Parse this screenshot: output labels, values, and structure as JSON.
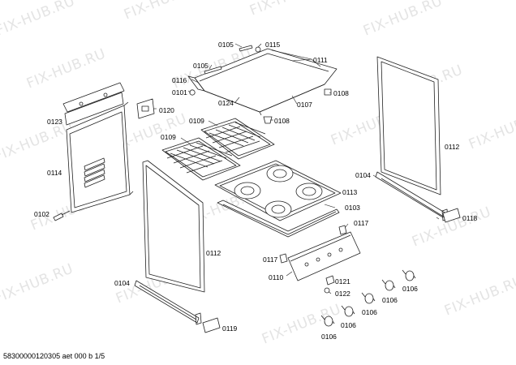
{
  "watermark": "FIX-HUB.RU",
  "footer": "58300000120305 aet 000 b 1/5",
  "labels": {
    "p0105a": "0105",
    "p0115": "0115",
    "p0105b": "0105",
    "p0111": "0111",
    "p0116": "0116",
    "p0101": "0101",
    "p0108a": "0108",
    "p0124": "0124",
    "p0107": "0107",
    "p0120": "0120",
    "p0108b": "0108",
    "p0123": "0123",
    "p0109a": "0109",
    "p0109b": "0109",
    "p0112a": "0112",
    "p0114": "0114",
    "p0104a": "0104",
    "p0113": "0113",
    "p0103": "0103",
    "p0102": "0102",
    "p0117a": "0117",
    "p0118": "0118",
    "p0112b": "0112",
    "p0117b": "0117",
    "p0110": "0110",
    "p0121": "0121",
    "p0104b": "0104",
    "p0122": "0122",
    "p0106a": "0106",
    "p0106b": "0106",
    "p0106c": "0106",
    "p0106d": "0106",
    "p0106e": "0106",
    "p0119": "0119"
  }
}
